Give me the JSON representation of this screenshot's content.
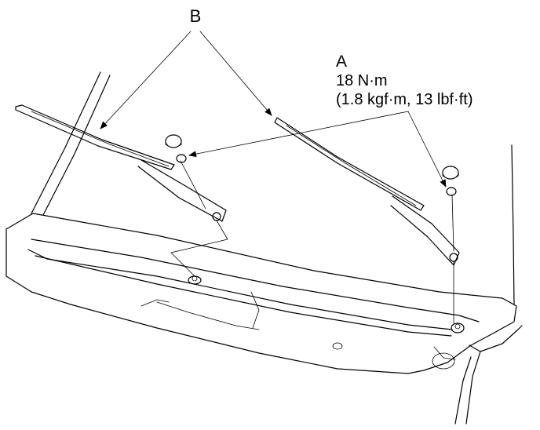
{
  "callouts": {
    "b": {
      "letter": "B"
    },
    "a": {
      "letter": "A",
      "torque_metric": "18 N·m",
      "torque_alt": "(1.8 kgf·m, 13 lbf·ft)"
    }
  },
  "colors": {
    "ink": "#000000",
    "paper": "#ffffff"
  }
}
